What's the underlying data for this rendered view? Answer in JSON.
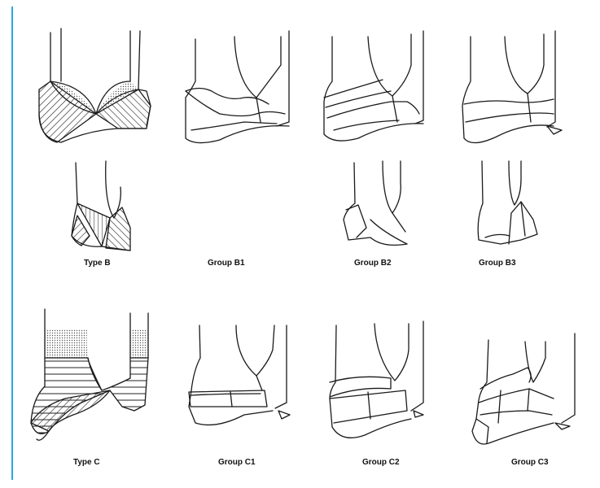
{
  "figure": {
    "accent_line_color": "#29a8e0",
    "ink_color": "#1a1a1a",
    "panels": [
      {
        "id": "type-b",
        "label": "Type B",
        "pattern": "hatch-shade"
      },
      {
        "id": "group-b1",
        "label": "Group B1",
        "pattern": "outline"
      },
      {
        "id": "group-b2",
        "label": "Group B2",
        "pattern": "outline"
      },
      {
        "id": "group-b3",
        "label": "Group B3",
        "pattern": "outline"
      },
      {
        "id": "type-c",
        "label": "Type C",
        "pattern": "hatch-shade"
      },
      {
        "id": "group-c1",
        "label": "Group C1",
        "pattern": "outline"
      },
      {
        "id": "group-c2",
        "label": "Group C2",
        "pattern": "outline"
      },
      {
        "id": "group-c3",
        "label": "Group C3",
        "pattern": "outline"
      }
    ]
  }
}
